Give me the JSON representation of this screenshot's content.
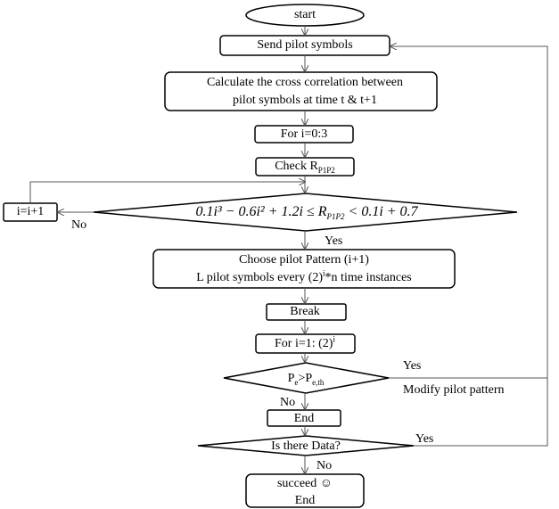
{
  "flowchart": {
    "start": "start",
    "send": "Send pilot symbols",
    "calc_line1": "Calculate the cross correlation between",
    "calc_line2": "pilot symbols at time t & t+1",
    "for1": "For i=0:3",
    "check_prefix": "Check R",
    "check_sub": "P1P2",
    "condition": "0.1i³ − 0.6i² + 1.2i ≤ R",
    "condition_sub": "P1P2",
    "condition_tail": " <  0.1i + 0.7",
    "incr": "i=i+1",
    "no_label": "No",
    "yes_label": "Yes",
    "choose_line1": "Choose pilot Pattern (i+1)",
    "choose_line2_a": "L pilot symbols every  (2)",
    "choose_line2_sup": "i",
    "choose_line2_b": "*n time instances",
    "break": "Break",
    "for2_a": "For i=1: (2)",
    "for2_sup": "i",
    "pe_p": "P",
    "pe_sub1": "e",
    "pe_gt": ">P",
    "pe_sub2": "e,th",
    "pe_no": "No",
    "pe_yes": "Yes",
    "modify": "Modify pilot pattern",
    "end": "End",
    "data_q": "Is there Data?",
    "data_yes": "Yes",
    "data_no": "No",
    "succeed": "succeed ☺",
    "final_end": "End"
  }
}
